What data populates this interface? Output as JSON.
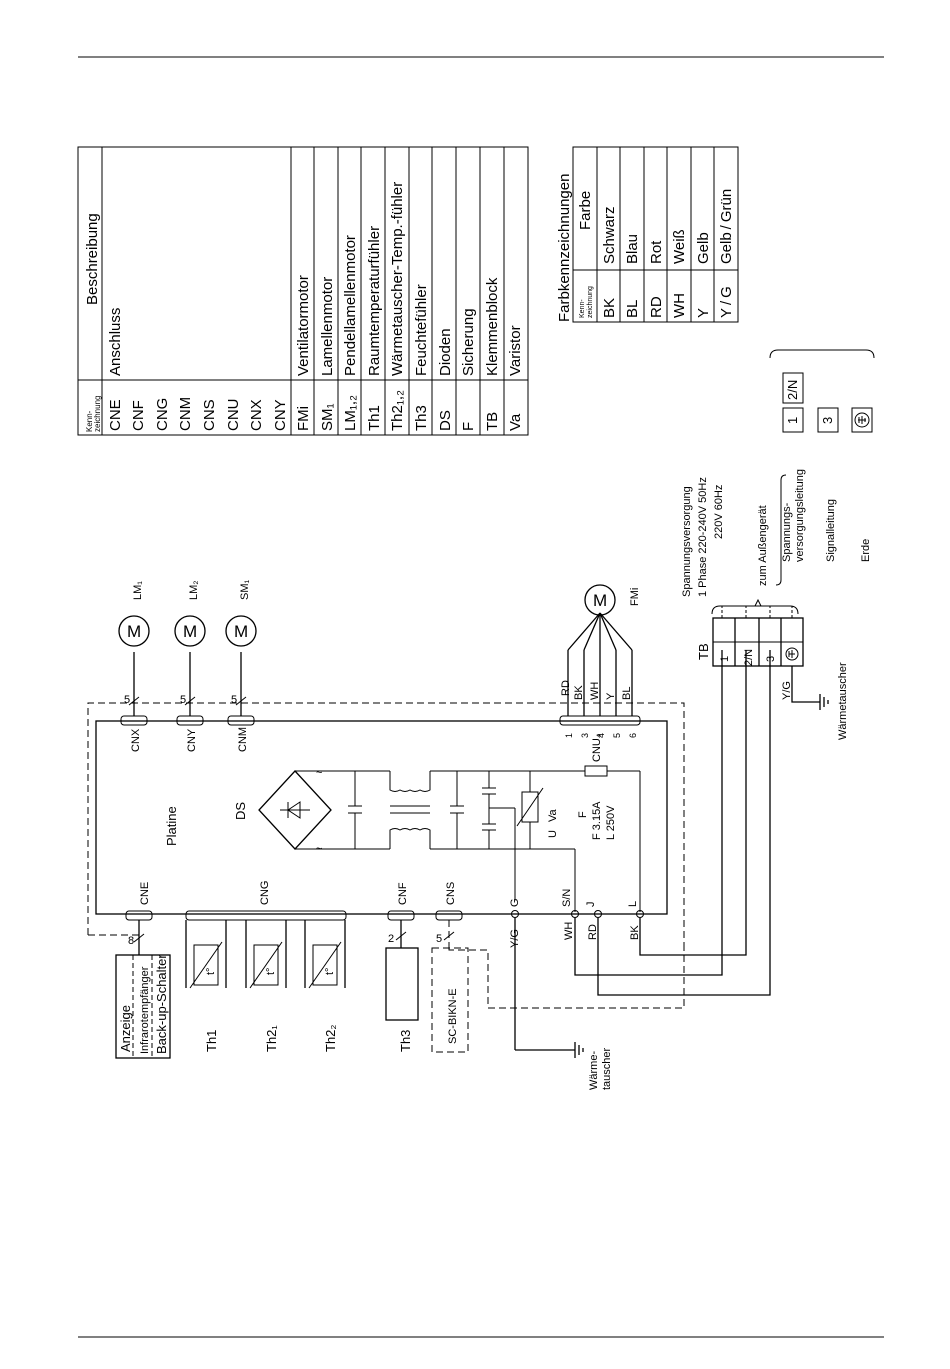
{
  "description_table": {
    "header_code_line1": "Kenn-",
    "header_code_line2": "zeichnung",
    "header_desc": "Beschreibung",
    "connector_codes": [
      "CNE",
      "CNF",
      "CNG",
      "CNM",
      "CNS",
      "CNU",
      "CNX",
      "CNY"
    ],
    "connector_desc": "Anschluss",
    "rows": [
      {
        "code": "FMi",
        "desc": "Ventilatormotor"
      },
      {
        "code": "SM₁",
        "desc": "Lamellenmotor"
      },
      {
        "code": "LM₁,₂",
        "desc": "Pendellamellenmotor"
      },
      {
        "code": "Th1",
        "desc": "Raumtemperaturfühler"
      },
      {
        "code": "Th2₁,₂",
        "desc": "Wärmetauscher-Temp.-fühler"
      },
      {
        "code": "Th3",
        "desc": "Feuchtefühler"
      },
      {
        "code": "DS",
        "desc": "Dioden"
      },
      {
        "code": "F",
        "desc": "Sicherung"
      },
      {
        "code": "TB",
        "desc": "Klemmenblock"
      },
      {
        "code": "Va",
        "desc": "Varistor"
      }
    ]
  },
  "color_table": {
    "title": "Farbkennzeichnungen",
    "header_code_line1": "Kenn-",
    "header_code_line2": "zeichnung",
    "header_color": "Farbe",
    "rows": [
      {
        "code": "BK",
        "color": "Schwarz"
      },
      {
        "code": "BL",
        "color": "Blau"
      },
      {
        "code": "RD",
        "color": "Rot"
      },
      {
        "code": "WH",
        "color": "Weiß"
      },
      {
        "code": "Y",
        "color": "Gelb"
      },
      {
        "code": "Y / G",
        "color": "Gelb / Grün"
      }
    ]
  },
  "legend": {
    "key1": "1",
    "key2": "2/N",
    "key3": "3",
    "power_supply": "Spannungsversorgung",
    "power_spec1": "1 Phase 220-240V  50Hz",
    "power_spec2": "220V  60Hz",
    "outdoor": "zum Außengerät",
    "supply_line1": "Spannungs-",
    "supply_line2": "versorgungsleitung",
    "signal": "Signalleitung",
    "earth": "Erde"
  },
  "diagram": {
    "board": "Platine",
    "motors": [
      "LM₁",
      "LM₂",
      "SM₁"
    ],
    "motor_symbol": "M",
    "fan_motor": "FMi",
    "connectors": {
      "cnx": "CNX",
      "cny": "CNY",
      "cnm": "CNM",
      "cnu": "CNU₄",
      "cne": "CNE",
      "cng": "CNG",
      "cnf": "CNF",
      "cns": "CNS"
    },
    "wire_count_5": "5",
    "wire_count_8": "8",
    "wire_count_2": "2",
    "cnu_pins": [
      "1",
      "3",
      "4",
      "5",
      "6"
    ],
    "fan_wires": [
      "RD",
      "BK",
      "WH",
      "Y",
      "BL"
    ],
    "ds": "DS",
    "fuse_f": "F",
    "fuse_spec1": "F 3.15A",
    "fuse_spec2": "L 250V",
    "varistor": "Va",
    "varistor_u": "U",
    "terminals": {
      "g": "G",
      "sn": "S/N",
      "j": "J",
      "l": "L"
    },
    "terminal_wires": {
      "yg": "Y/G",
      "wh": "WH",
      "rd": "RD",
      "bk": "BK"
    },
    "tb": "TB",
    "tb_terminals": [
      "1",
      "2/N",
      "3",
      "⏚"
    ],
    "tb_yg": "Y/G",
    "heat_exchanger_right": "Wärmetauscher",
    "heat_exchanger_bottom1": "Wärme-",
    "heat_exchanger_bottom2": "tauscher",
    "display_box": [
      "Anzeige",
      "Infrarotempfänger",
      "Back-up-Schalter"
    ],
    "sensors": [
      "Th1",
      "Th2₁",
      "Th2₂",
      "Th3"
    ],
    "sensor_mark": "t°",
    "sc_box": "SC-BIKN-E"
  }
}
